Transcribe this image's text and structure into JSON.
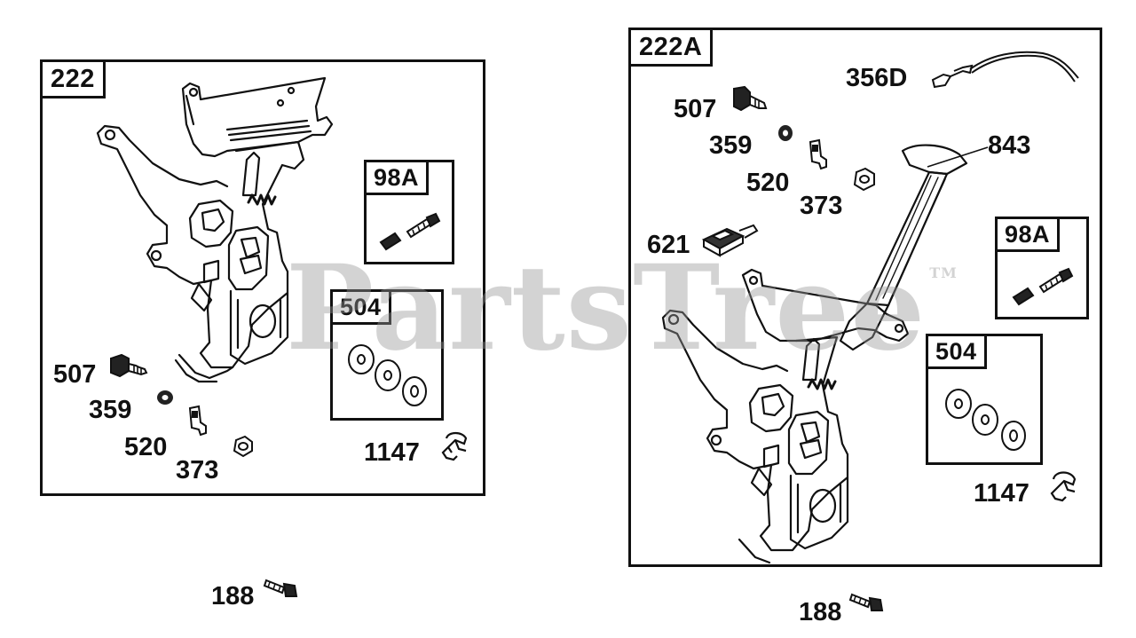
{
  "watermark": {
    "text": "PartsTree",
    "trademark": "TM"
  },
  "left_assembly": {
    "tag": "222",
    "kit_98a": {
      "tag": "98A"
    },
    "kit_504": {
      "tag": "504"
    },
    "labels": {
      "p507": "507",
      "p359": "359",
      "p520": "520",
      "p373": "373",
      "p1147": "1147"
    },
    "outside_label": "188"
  },
  "right_assembly": {
    "tag": "222A",
    "kit_98a": {
      "tag": "98A"
    },
    "kit_504": {
      "tag": "504"
    },
    "labels": {
      "p356d": "356D",
      "p507": "507",
      "p359": "359",
      "p843": "843",
      "p520": "520",
      "p373": "373",
      "p621": "621",
      "p1147": "1147"
    },
    "outside_label": "188"
  }
}
